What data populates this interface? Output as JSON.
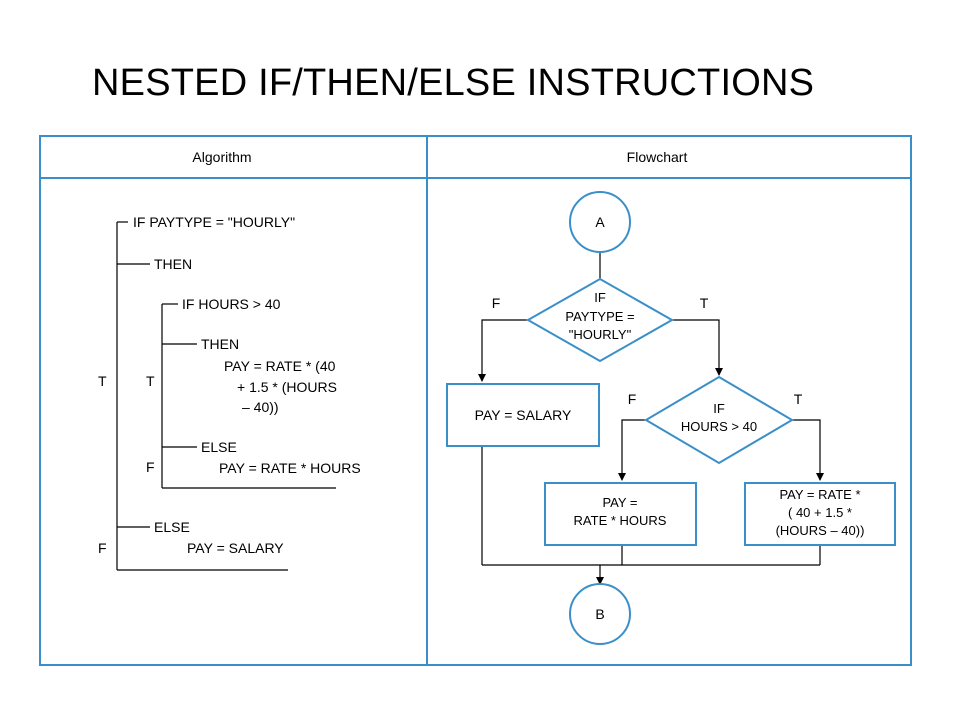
{
  "title": "NESTED IF/THEN/ELSE INSTRUCTIONS",
  "colors": {
    "frame": "#3a8fc9",
    "ink": "#000000",
    "background": "#ffffff"
  },
  "table": {
    "left_header": "Algorithm",
    "right_header": "Flowchart"
  },
  "algorithm": {
    "outer_if": "IF PAYTYPE = \"HOURLY\"",
    "outer_then": "THEN",
    "inner_if": "IF HOURS > 40",
    "inner_then": "THEN",
    "inner_then_stmt": [
      "PAY = RATE * (40",
      "+ 1.5 * (HOURS",
      "– 40))"
    ],
    "inner_else": "ELSE",
    "inner_else_stmt": "PAY = RATE * HOURS",
    "outer_else": "ELSE",
    "outer_else_stmt": "PAY = SALARY",
    "outer_true": "T",
    "outer_false": "F",
    "inner_true": "T",
    "inner_false": "F"
  },
  "flowchart": {
    "connector_start": "A",
    "connector_end": "B",
    "decision_1": [
      "IF",
      "PAYTYPE =",
      "\"HOURLY\""
    ],
    "decision_1_false": "F",
    "decision_1_true": "T",
    "decision_2": [
      "IF",
      "HOURS > 40"
    ],
    "decision_2_false": "F",
    "decision_2_true": "T",
    "process_salary": "PAY = SALARY",
    "process_hours": [
      "PAY =",
      "RATE * HOURS"
    ],
    "process_overtime": [
      "PAY = RATE *",
      "( 40 + 1.5 *",
      "(HOURS – 40))"
    ]
  }
}
